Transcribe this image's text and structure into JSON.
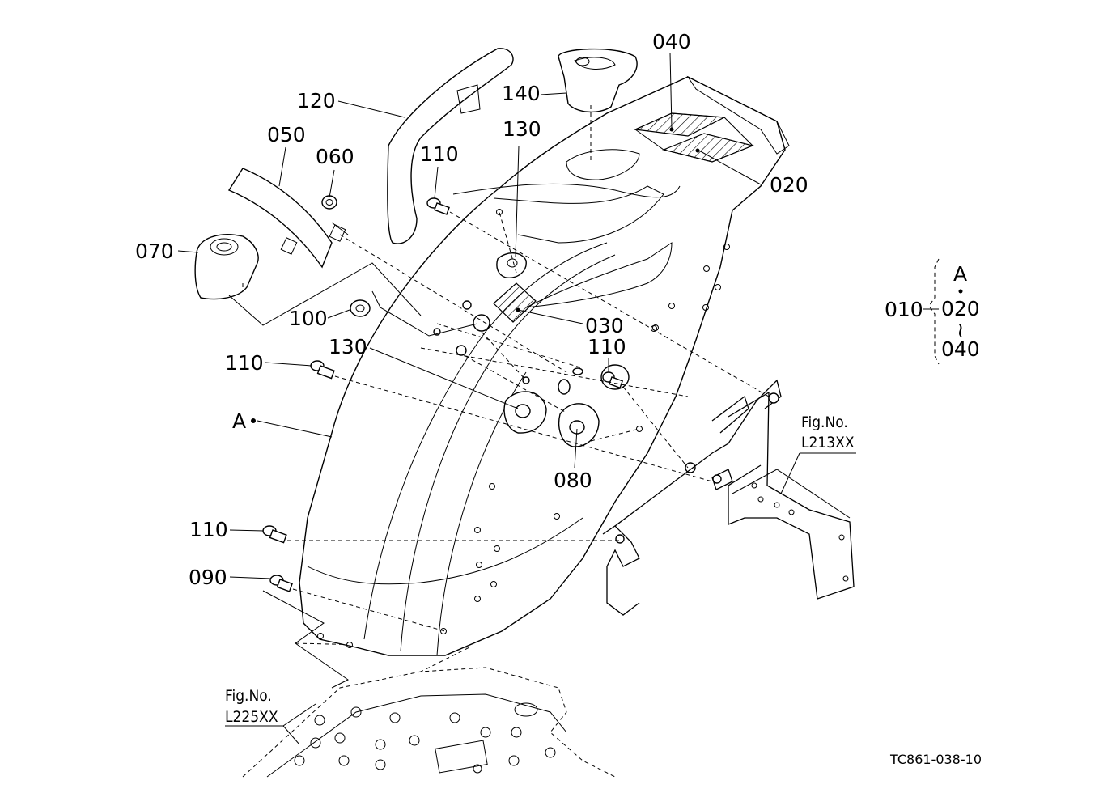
{
  "diagram": {
    "drawing_code": "TC861-038-10",
    "callouts": {
      "p040": "040",
      "p140": "140",
      "p120": "120",
      "p130a": "130",
      "p050": "050",
      "p060": "060",
      "p110a": "110",
      "p020": "020",
      "p070": "070",
      "p100": "100",
      "p030": "030",
      "p110b": "110",
      "p130b": "130",
      "p110c": "110",
      "pA": "A",
      "p080": "080",
      "p110d": "110",
      "p090": "090"
    },
    "assembly_key": {
      "p010": "010",
      "a": "A",
      "from": "020",
      "tilde": "~",
      "to": "040"
    },
    "refs": {
      "r1_label": "Fig.No.",
      "r1_code": "L213XX",
      "r2_label": "Fig.No.",
      "r2_code": "L225XX"
    }
  }
}
